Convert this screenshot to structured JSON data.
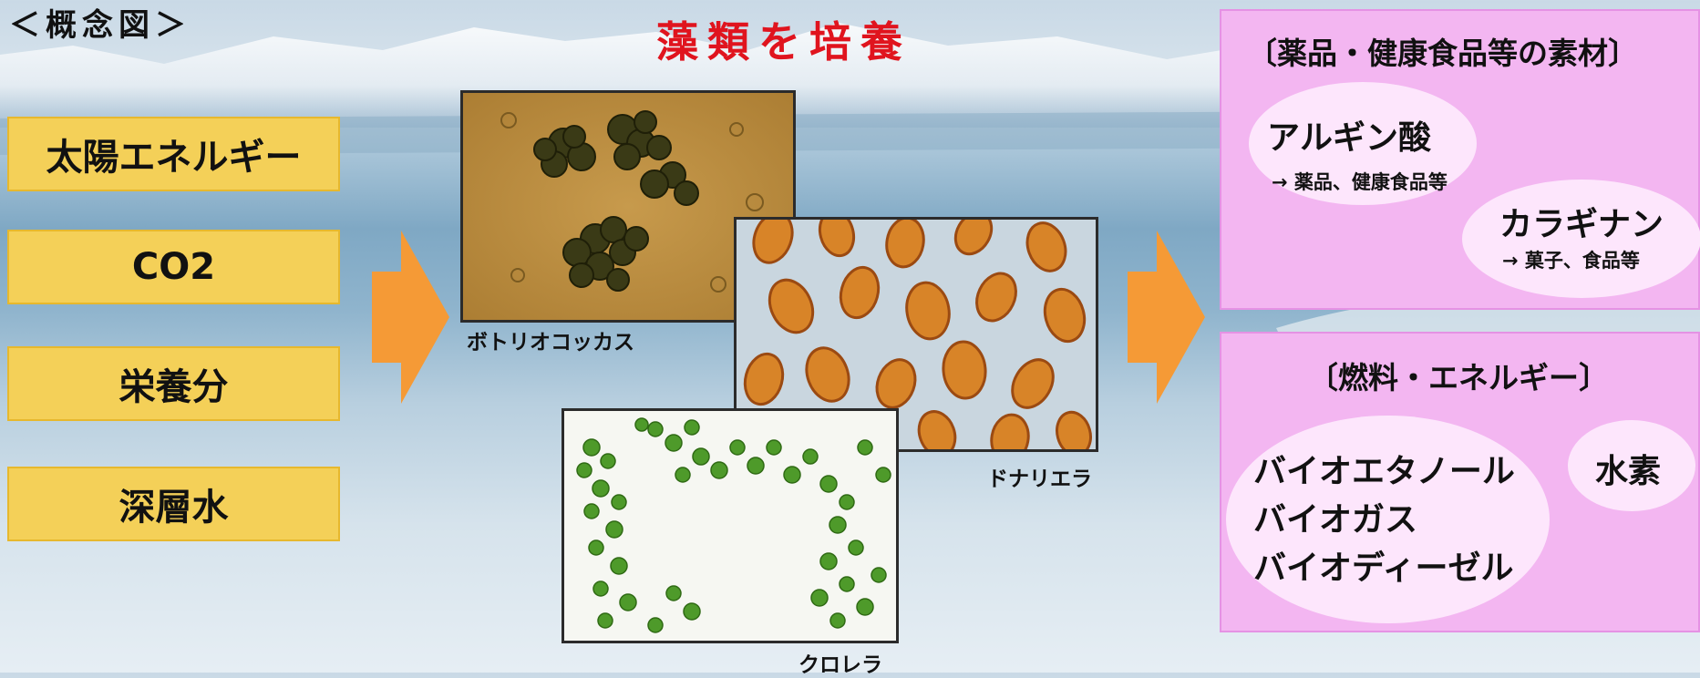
{
  "header": {
    "left_title": "＜概念図＞",
    "center_title": "藻類を培養"
  },
  "inputs": [
    "太陽エネルギー",
    "CO2",
    "栄養分",
    "深層水"
  ],
  "photos": {
    "botryococcus": "ボトリオコッカス",
    "dunaliella": "ドナリエラ",
    "chlorella": "クロレラ"
  },
  "products": {
    "pharma": {
      "title": "〔薬品・健康食品等の素材〕",
      "alginic_acid": "アルギン酸",
      "alginic_acid_use": "→ 薬品、健康食品等",
      "carrageenan": "カラギナン",
      "carrageenan_use": "→ 菓子、食品等"
    },
    "fuel": {
      "title": "〔燃料・エネルギー〕",
      "bioethanol": "バイオエタノール",
      "biogas": "バイオガス",
      "biodiesel": "バイオディーゼル",
      "hydrogen": "水素"
    }
  },
  "colors": {
    "input_fill": "#f4d058",
    "arrow": "#f59a36",
    "panel": "#f3b6f1",
    "center_title": "#e0141e"
  }
}
